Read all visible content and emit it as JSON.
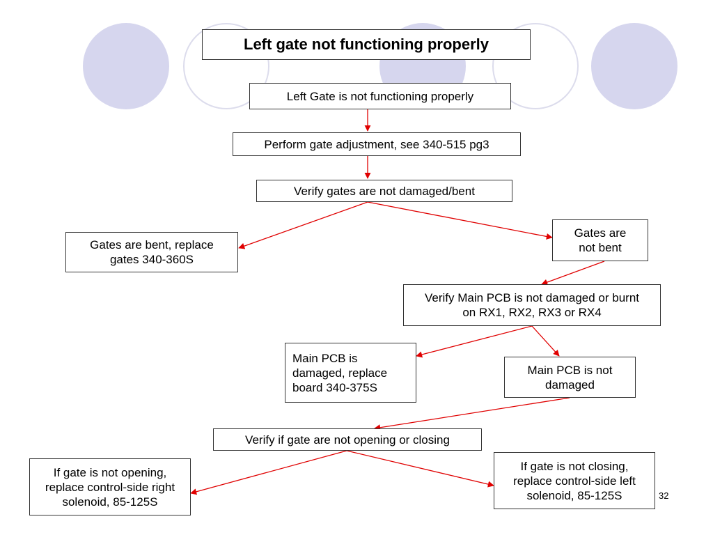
{
  "title": "Left gate not functioning properly",
  "nodes": {
    "start": "Left Gate is not functioning properly",
    "adjust": "Perform gate adjustment, see 340-515 pg3",
    "verify_gates": "Verify gates are not damaged/bent",
    "gates_bent": "Gates are bent, replace gates 340-360S",
    "gates_not_bent": "Gates are not bent",
    "verify_pcb": "Verify Main PCB is not damaged or burnt on RX1, RX2, RX3 or RX4",
    "pcb_damaged": "Main PCB is damaged, replace board 340-375S",
    "pcb_not_damaged": "Main PCB is not damaged",
    "verify_open_close": "Verify if gate are not opening or closing",
    "not_opening": "If gate is not opening, replace control-side right solenoid, 85-125S",
    "not_closing": "If gate is not closing, replace control-side left solenoid, 85-125S"
  },
  "page_number": "32",
  "colors": {
    "arrow": "#e00000",
    "circle_fill": "#d6d6ee",
    "circle_ring": "#dcdcec",
    "box_border": "#333333"
  }
}
